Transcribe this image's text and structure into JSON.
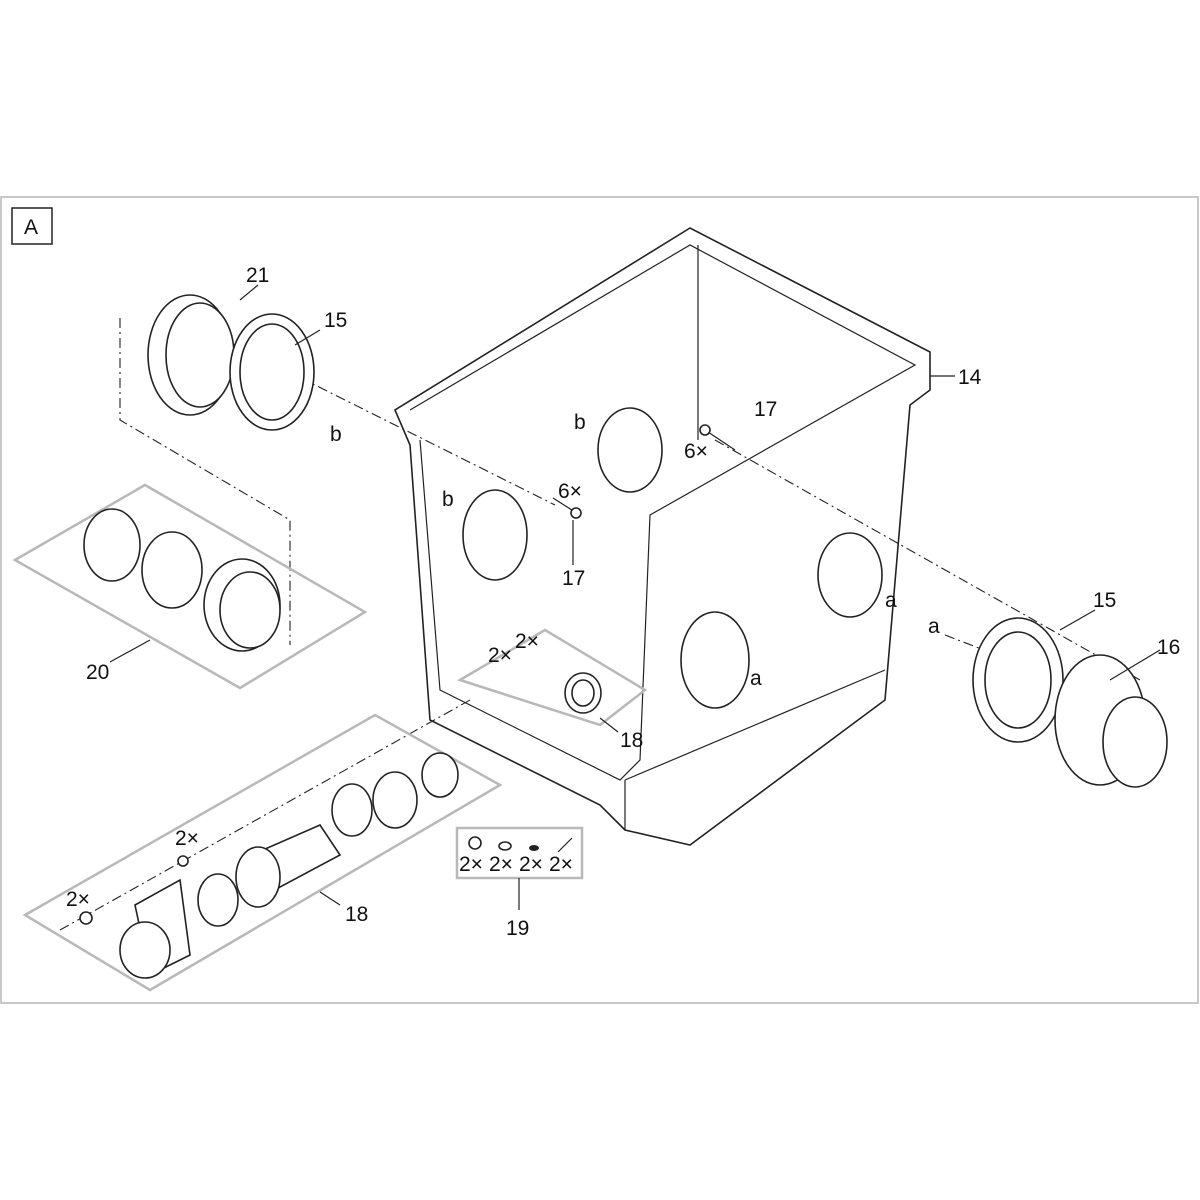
{
  "panel": {
    "id": "A"
  },
  "labels": {
    "l21": "21",
    "l15a": "15",
    "lb1": "b",
    "l20": "20",
    "l14": "14",
    "lb2": "b",
    "lb3": "b",
    "l17a": "17",
    "l6xa": "6×",
    "l6xb": "6×",
    "l17b": "17",
    "la1": "a",
    "la2": "a",
    "la3": "a",
    "l15b": "15",
    "l16": "16",
    "l2xa": "2×",
    "l2xb": "2×",
    "l18a": "18",
    "l18b": "18",
    "l2xc": "2×",
    "l2xd": "2×",
    "l19": "19",
    "kit19": [
      "2×",
      "2×",
      "2×",
      "2×"
    ]
  }
}
